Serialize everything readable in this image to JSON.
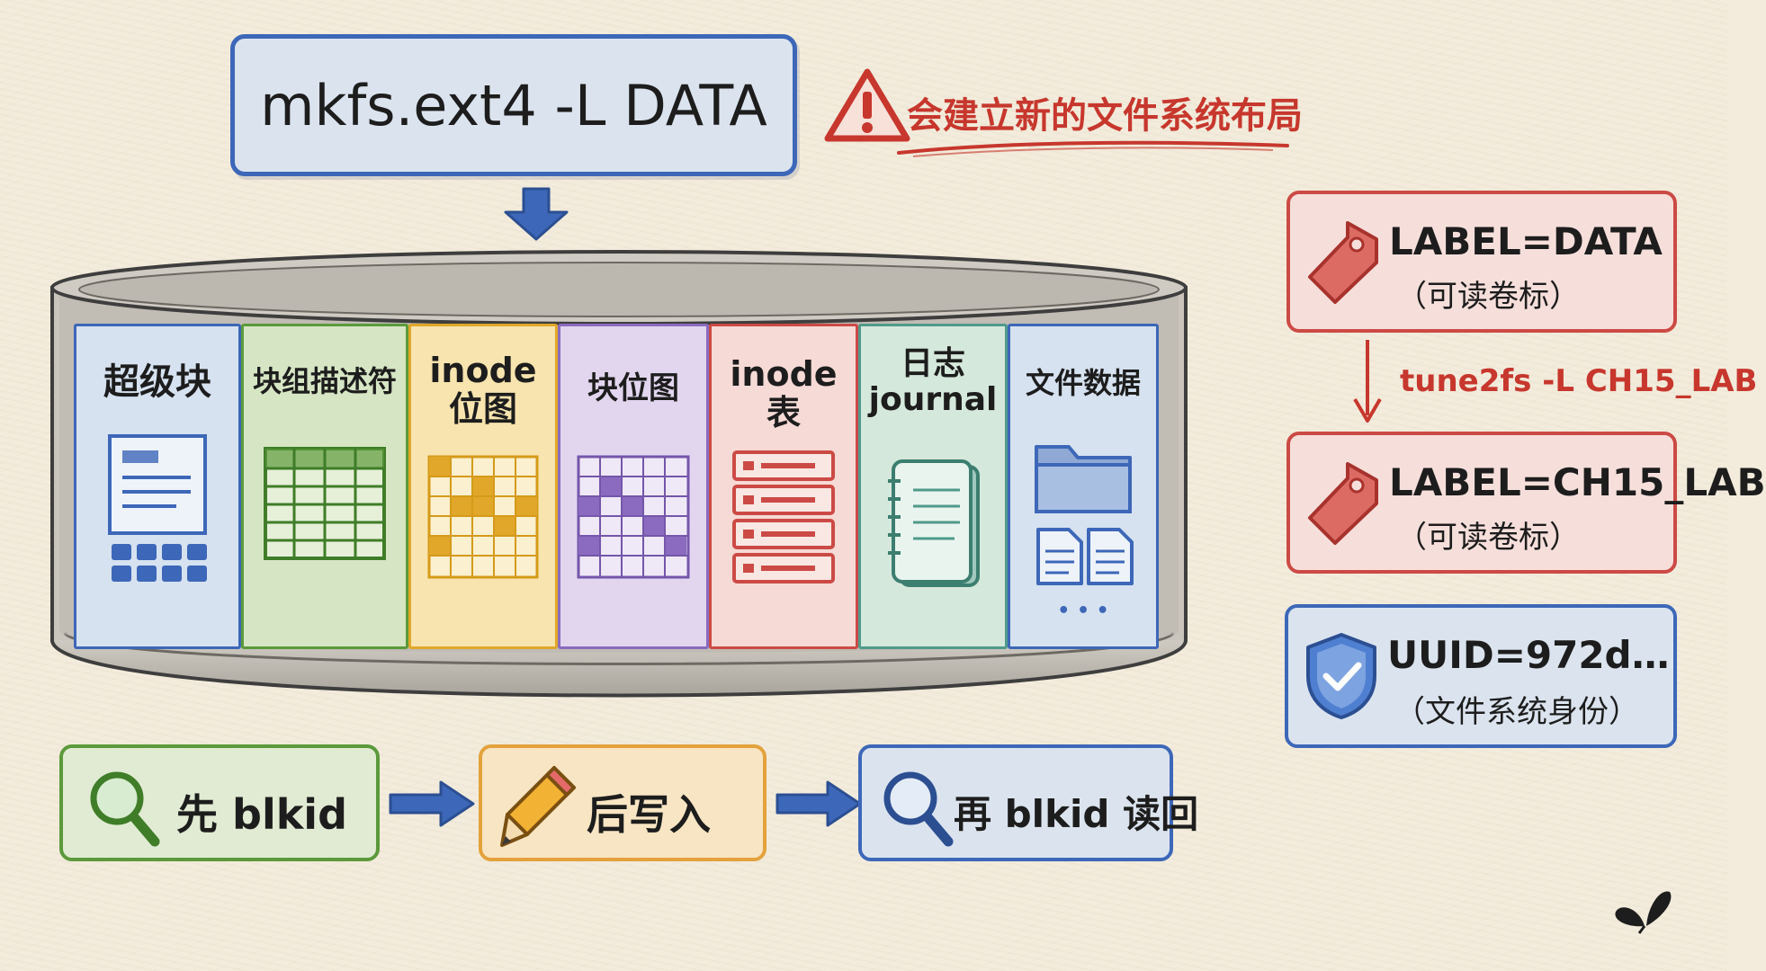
{
  "command": "mkfs.ext4 -L DATA",
  "warning": "会建立新的文件系统布局",
  "structures": [
    {
      "label": "超级块",
      "icon": "superblock-document-icon"
    },
    {
      "label": "块组描述符",
      "icon": "table-grid-icon"
    },
    {
      "label": "inode\n位图",
      "icon": "bitmap-grid-icon"
    },
    {
      "label": "块位图",
      "icon": "bitmap-grid-icon"
    },
    {
      "label": "inode\n表",
      "icon": "inode-records-icon"
    },
    {
      "label": "日志\njournal",
      "icon": "notebook-icon"
    },
    {
      "label": "文件数据",
      "icon": "folder-files-icon"
    }
  ],
  "label_before": {
    "main": "LABEL=DATA",
    "sub": "（可读卷标）",
    "icon": "tag-icon"
  },
  "tune_command": "tune2fs -L CH15_LAB",
  "label_after": {
    "main": "LABEL=CH15_LAB",
    "sub": "（可读卷标）",
    "icon": "tag-icon"
  },
  "uuid": {
    "main": "UUID=972d…",
    "sub": "（文件系统身份）",
    "icon": "shield-check-icon"
  },
  "workflow": [
    {
      "label": "先 blkid",
      "icon": "magnifier-icon"
    },
    {
      "label": "后写入",
      "icon": "pencil-icon"
    },
    {
      "label": "再 blkid 读回",
      "icon": "magnifier-icon"
    }
  ],
  "ellipsis": "• • •",
  "colors": {
    "blue": "#3d67b8",
    "blue_fill": "#dbe4ee",
    "green": "#5b9a3b",
    "green_fill": "#d9e7c8",
    "yellow": "#e0a72a",
    "yellow_fill": "#f7e6b3",
    "purple": "#8a6bbf",
    "purple_fill": "#e3d9ef",
    "red": "#cc4a45",
    "red_fill": "#f5dcd7",
    "teal": "#4f9a8a",
    "teal_fill": "#d8eadf",
    "orange": "#e3a23c",
    "orange_fill": "#f8e6c6"
  }
}
